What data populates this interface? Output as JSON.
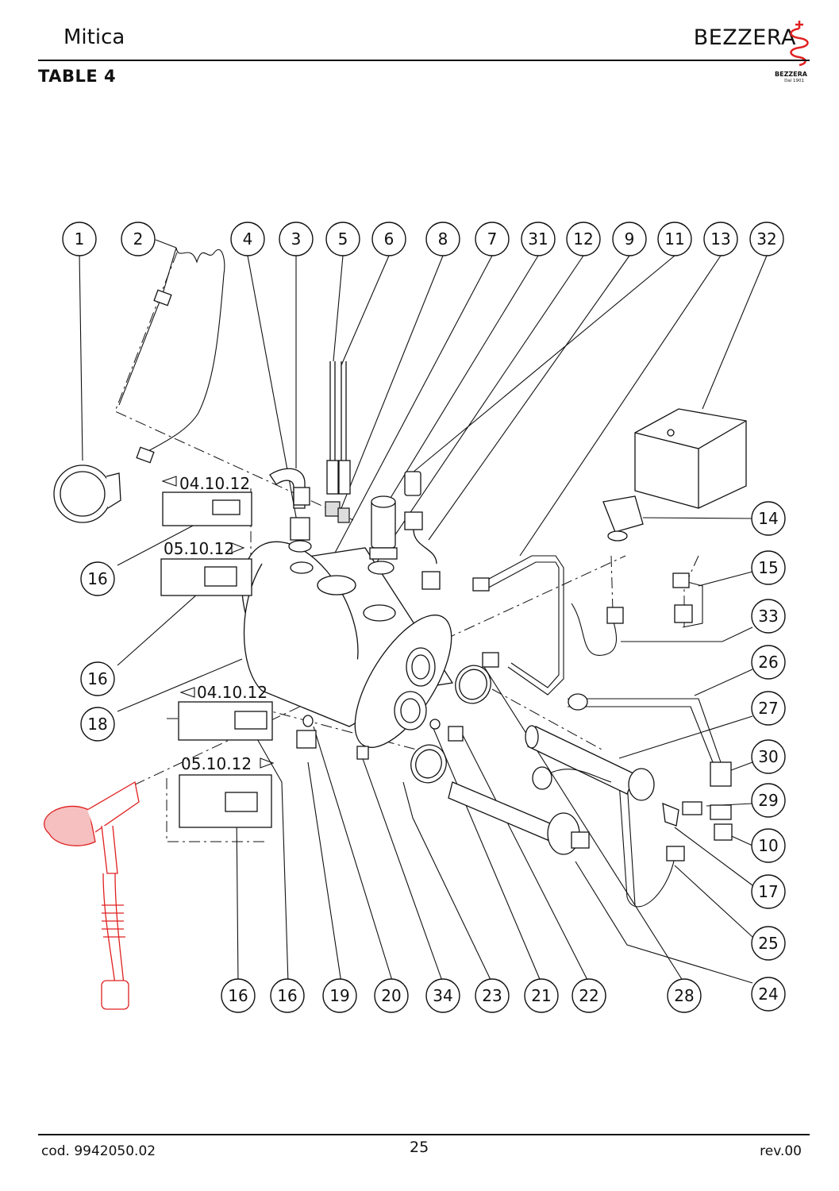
{
  "header": {
    "model": "Mitica",
    "table_label": "TABLE 4",
    "brand": "BEZZERA",
    "logo_line1": "BEZZERA",
    "logo_line2": "Dal 1901"
  },
  "footer": {
    "code": "cod. 9942050.02",
    "page": "25",
    "revision": "rev.00"
  },
  "colors": {
    "line": "#111111",
    "highlight": "#e02020"
  },
  "callouts": {
    "top_row": [
      "1",
      "2",
      "4",
      "3",
      "5",
      "6",
      "8",
      "7",
      "31",
      "12",
      "9",
      "11",
      "13",
      "32"
    ],
    "right_column": [
      "14",
      "15",
      "33",
      "26",
      "27",
      "30",
      "29",
      "10",
      "17",
      "25",
      "24"
    ],
    "bottom_row": [
      "16",
      "16",
      "19",
      "20",
      "34",
      "23",
      "21",
      "22",
      "28"
    ],
    "left_column": [
      "16",
      "16",
      "18"
    ]
  },
  "version_notes": {
    "upper_before": "04.10.12",
    "upper_after": "05.10.12",
    "lower_before": "04.10.12",
    "lower_after": "05.10.12"
  }
}
